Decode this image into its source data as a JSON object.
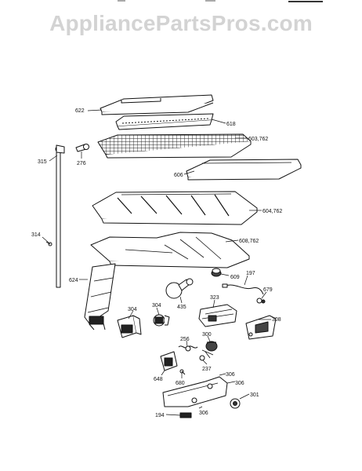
{
  "watermark": "AppliancePartsPros.com",
  "parts": [
    {
      "id": "p622",
      "label": "622"
    },
    {
      "id": "p618",
      "label": "618"
    },
    {
      "id": "p603",
      "label": "603,762"
    },
    {
      "id": "p606",
      "label": "606"
    },
    {
      "id": "p604",
      "label": "604,762"
    },
    {
      "id": "p608",
      "label": "608,762"
    },
    {
      "id": "p315",
      "label": "315"
    },
    {
      "id": "p276",
      "label": "276"
    },
    {
      "id": "p314",
      "label": "314"
    },
    {
      "id": "p624",
      "label": "624"
    },
    {
      "id": "p609",
      "label": "609"
    },
    {
      "id": "p197",
      "label": "197"
    },
    {
      "id": "p679",
      "label": "679"
    },
    {
      "id": "p435",
      "label": "435"
    },
    {
      "id": "p304a",
      "label": "304"
    },
    {
      "id": "p304b",
      "label": "304"
    },
    {
      "id": "p323",
      "label": "323"
    },
    {
      "id": "p308",
      "label": "308"
    },
    {
      "id": "p256",
      "label": "256"
    },
    {
      "id": "p300",
      "label": "300"
    },
    {
      "id": "p237",
      "label": "237"
    },
    {
      "id": "p648",
      "label": "648"
    },
    {
      "id": "p680",
      "label": "680"
    },
    {
      "id": "p306a",
      "label": "306"
    },
    {
      "id": "p306b",
      "label": "306"
    },
    {
      "id": "p301",
      "label": "301"
    },
    {
      "id": "p194",
      "label": "194"
    },
    {
      "id": "p306c",
      "label": "306"
    }
  ]
}
